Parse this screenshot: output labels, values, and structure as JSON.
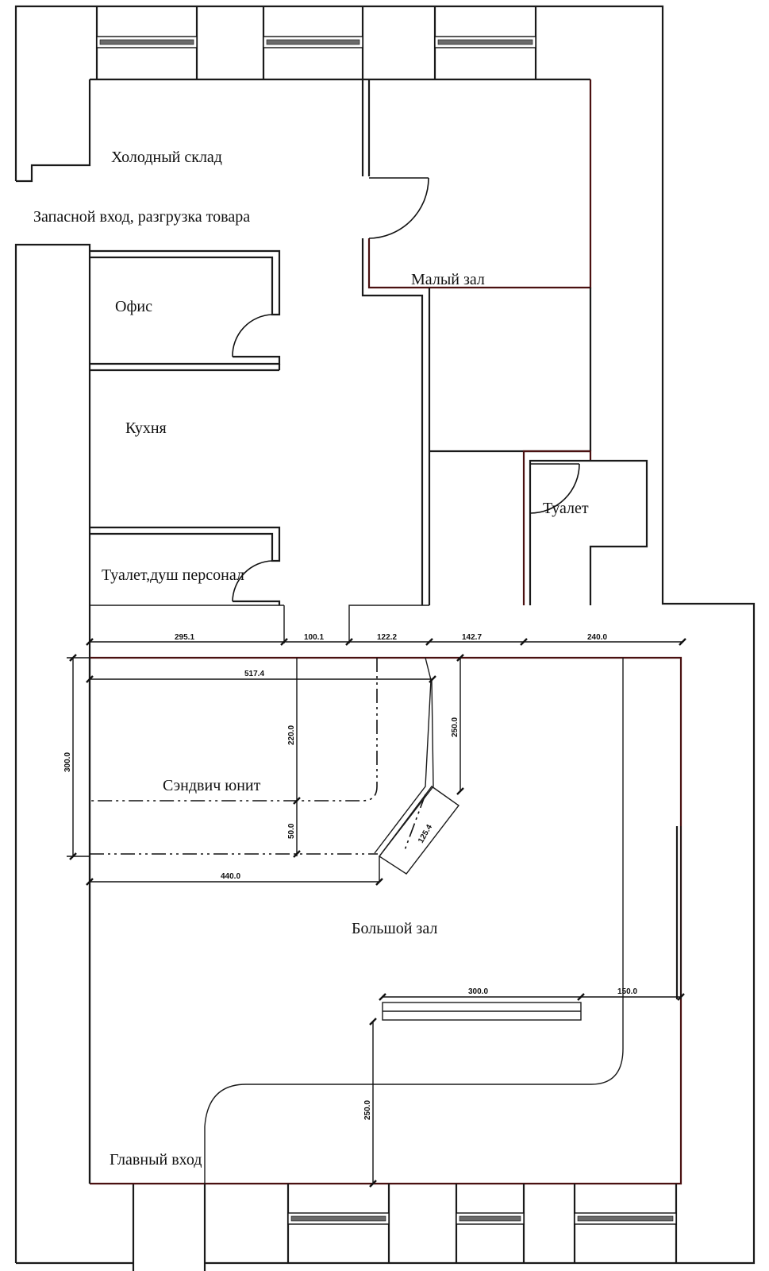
{
  "rooms": {
    "cold_storage": "Холодный склад",
    "reserve_entrance": "Запасной вход, разгрузка товара",
    "office": "Офис",
    "small_hall": "Малый зал",
    "kitchen": "Кухня",
    "toilet": "Туалет",
    "staff_toilet_shower": "Туалет,душ персонал",
    "sandwich_unit": "Сэндвич юнит",
    "big_hall": "Большой зал",
    "main_entrance": "Главный вход"
  },
  "dimensions": {
    "d_295_1": "295.1",
    "d_100_1": "100.1",
    "d_122_2": "122.2",
    "d_142_7": "142.7",
    "d_240_0": "240.0",
    "d_517_4": "517.4",
    "d_300_left": "300.0",
    "d_220_0": "220.0",
    "d_250_0": "250.0",
    "d_50_0": "50.0",
    "d_125_4": "125.4",
    "d_440_0": "440.0",
    "d_300_bottom": "300.0",
    "d_150_0": "150.0",
    "d_250_bottom": "250.0"
  }
}
